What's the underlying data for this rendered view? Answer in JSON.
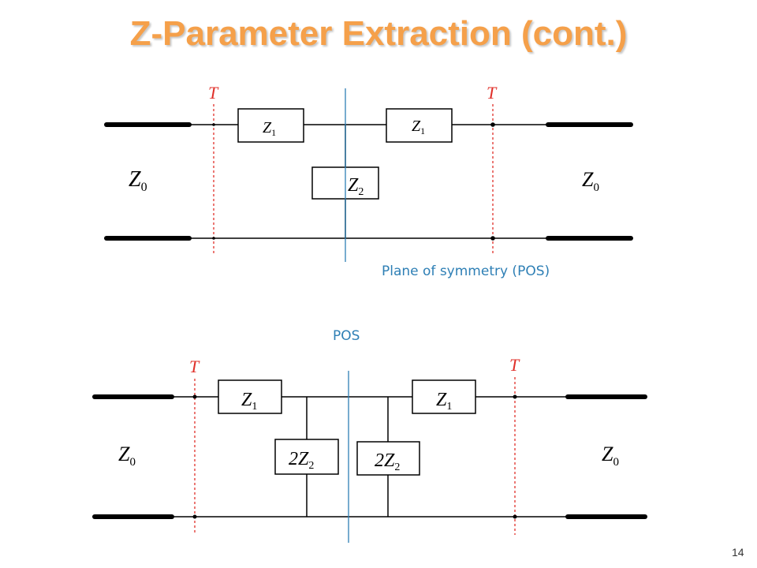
{
  "slide": {
    "title": "Z-Parameter Extraction (cont.)",
    "page_number": "14"
  },
  "labels": {
    "pos_full": "Plane of symmetry (POS)",
    "pos_short": "POS",
    "T": "T",
    "Z0": "Z",
    "Z0_sub": "0",
    "Z1": "Z",
    "Z1_sub": "1",
    "Z2": "Z",
    "Z2_sub": "2",
    "twoZ2_coef": "2Z",
    "twoZ2_sub": "2"
  },
  "colors": {
    "title": "#f5a04a",
    "plane_line": "#2e7fb5",
    "reference_plane": "#e0302a",
    "wire": "#000000"
  }
}
